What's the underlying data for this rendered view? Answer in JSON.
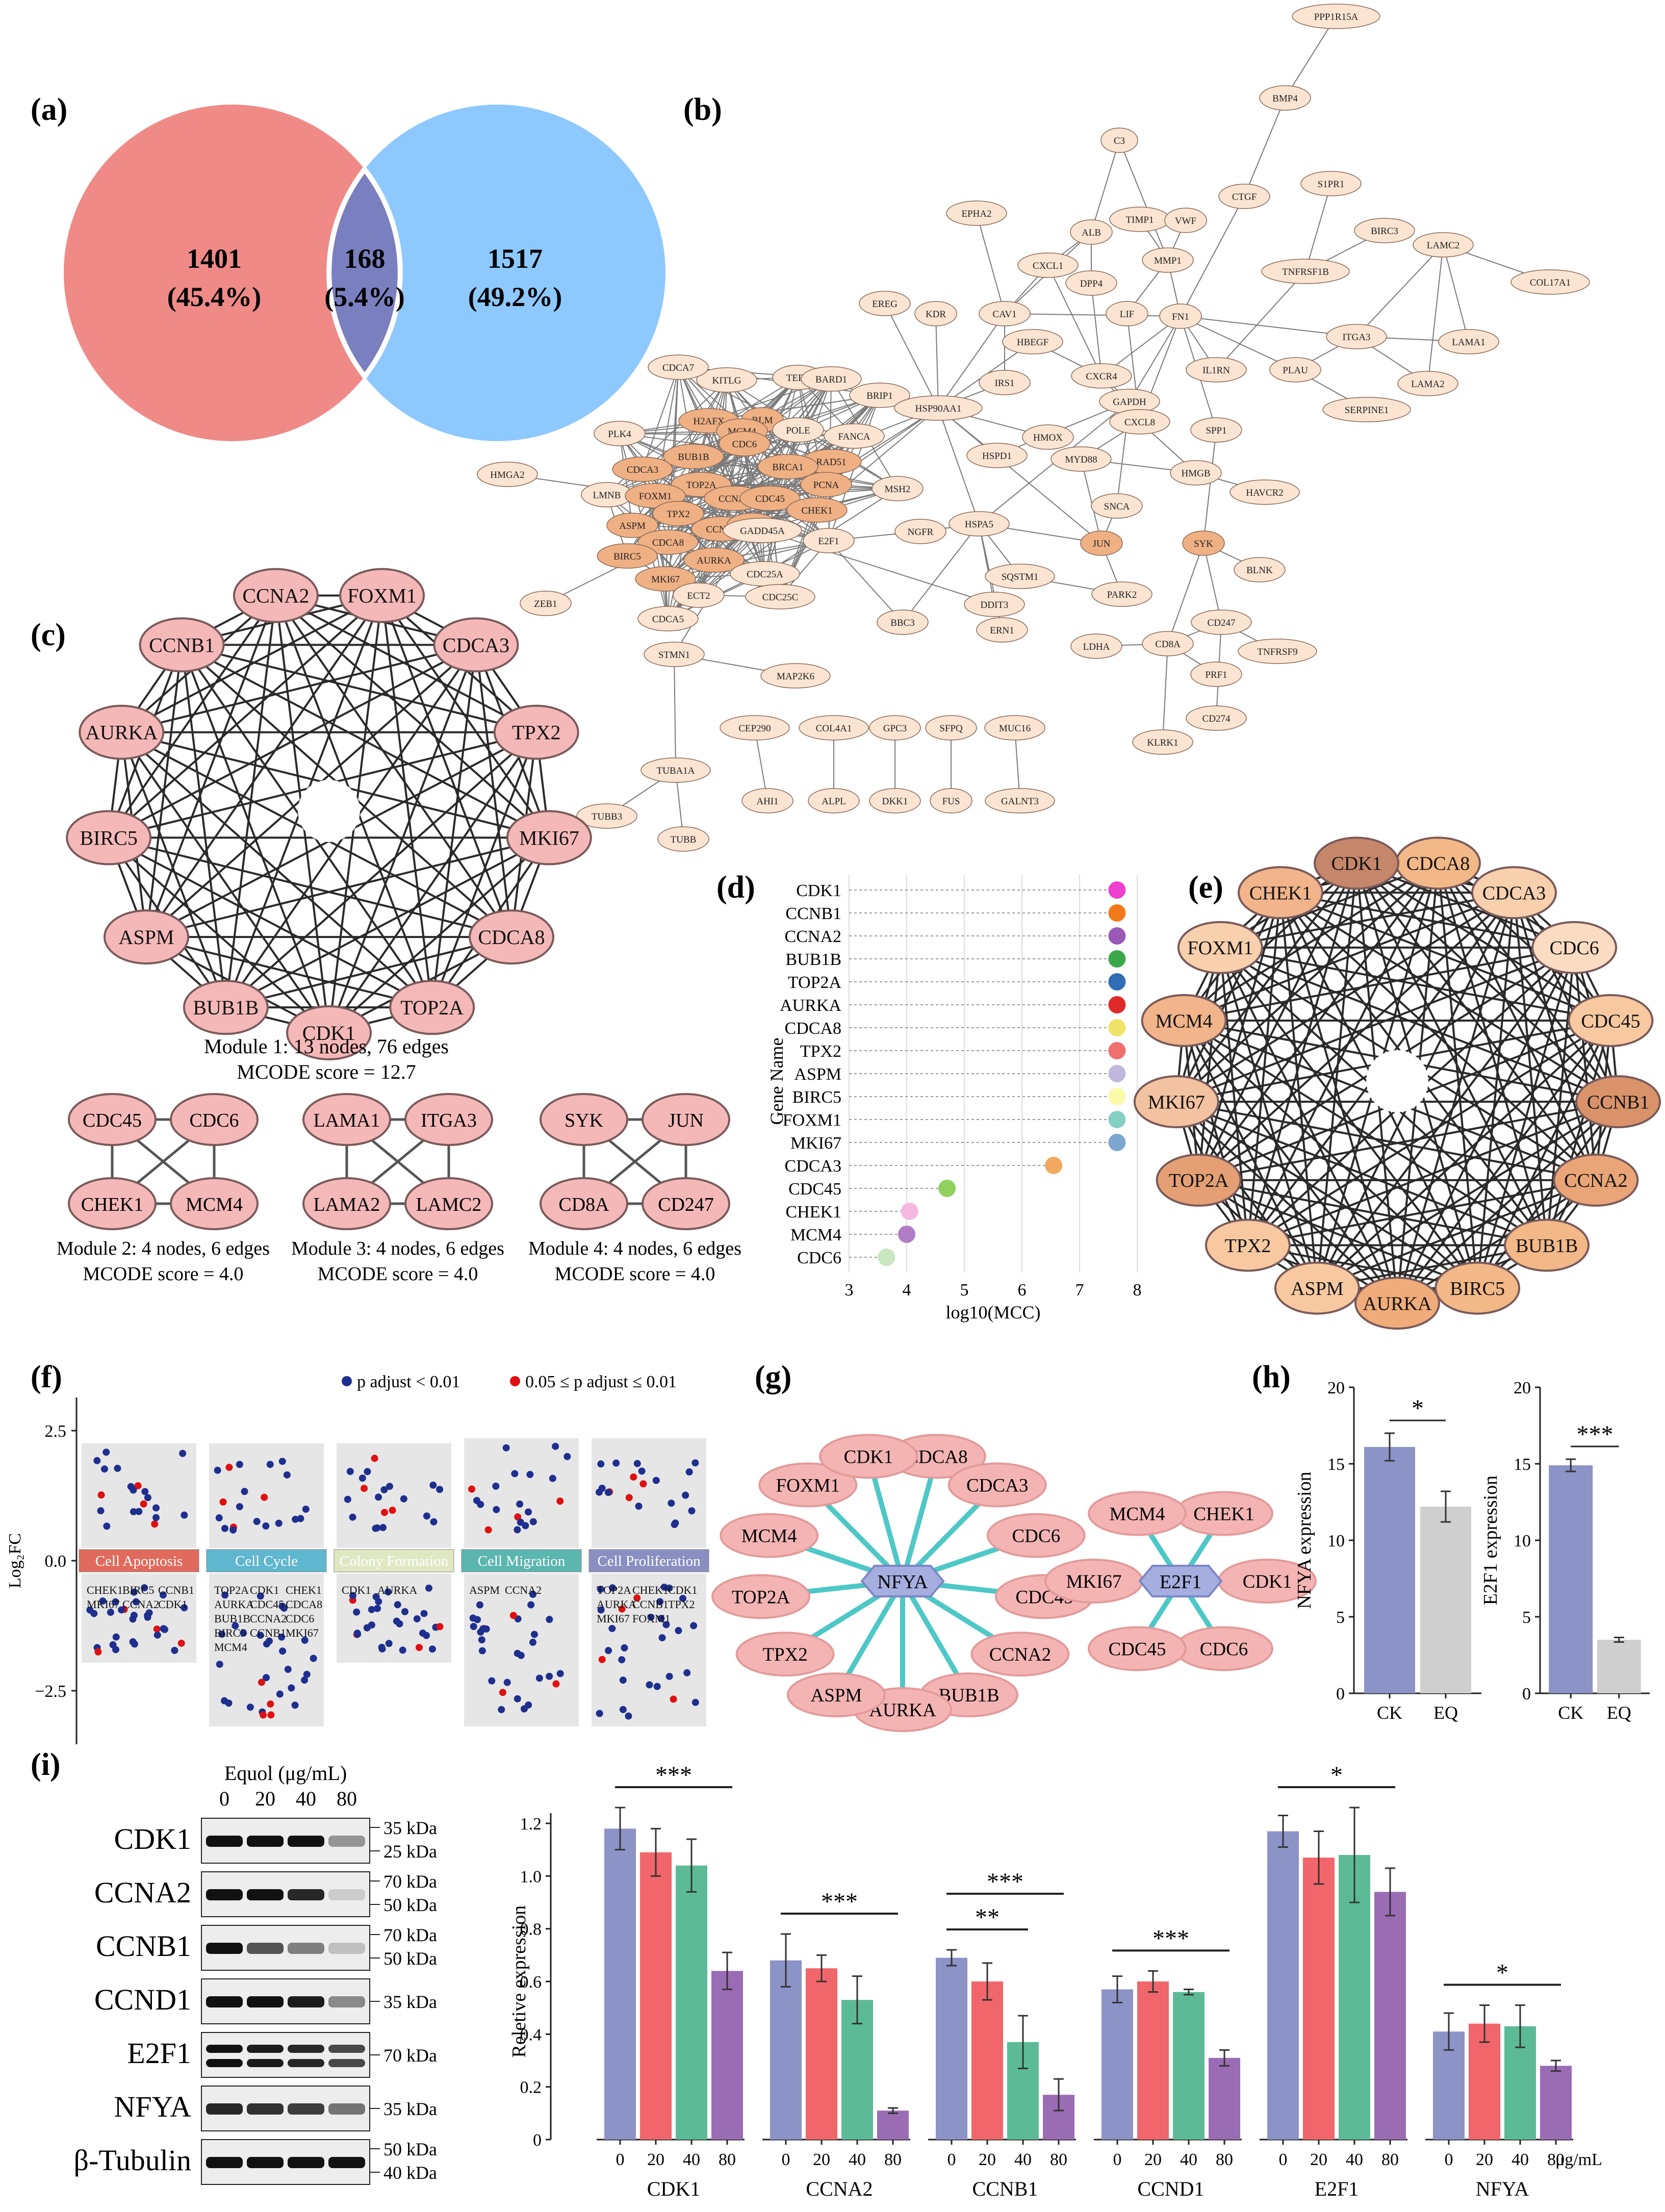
{
  "panels": {
    "a": "(a)",
    "b": "(b)",
    "c": "(c)",
    "d": "(d)",
    "e": "(e)",
    "f": "(f)",
    "g": "(g)",
    "h": "(h)",
    "i": "(i)"
  },
  "colors": {
    "venn_left": "#ef8a87",
    "venn_right": "#8dc8ff",
    "venn_overlap": "#7a7fbf",
    "node_light": "#fbe4d2",
    "node_dark": "#efb084",
    "pink_node": "#f5b8b8",
    "purple_bar": "#8c93c7",
    "red_bar": "#f0666a",
    "green_bar": "#5cbb96",
    "violet_bar": "#9a6cb4",
    "grey_bar": "#cfcfcf",
    "teal_edge": "#4ec7c7"
  },
  "venn": {
    "left": {
      "count": "1401",
      "pct": "(45.4%)"
    },
    "overlap": {
      "count": "168",
      "pct": "(5.4%)"
    },
    "right": {
      "count": "1517",
      "pct": "(49.2%)"
    }
  },
  "network_b": {
    "nodes": [
      "PPP1R15A",
      "BMP4",
      "C3",
      "EPHA2",
      "ALB",
      "TIMP1",
      "VWF",
      "CTGF",
      "S1PR1",
      "BIRC3",
      "MMP1",
      "CXCL1",
      "DPP4",
      "TNFRSF1B",
      "LAMC2",
      "COL17A1",
      "EREG",
      "KDR",
      "CAV1",
      "LIF",
      "FN1",
      "ITGA3",
      "LAMA1",
      "HBEGF",
      "CXCR4",
      "KITLG",
      "CDCA7",
      "TERT",
      "BARD1",
      "BRIP1",
      "IRS1",
      "IL1RN",
      "PLAU",
      "LAMA2",
      "H2AFX",
      "BLM",
      "POLE",
      "FANCA",
      "HSP90AA1",
      "GAPDH",
      "SERPINE1",
      "PLK4",
      "MCM4",
      "CDC6",
      "CXCL8",
      "SPP1",
      "BUB1B",
      "RAD51",
      "HMOX",
      "HMGA2",
      "CDCA3",
      "TOP2A",
      "BRCA1",
      "MSH2",
      "HSPD1",
      "MYD88",
      "HMGB",
      "HAVCR2",
      "LMNB",
      "FOXM1",
      "CCNA2",
      "CDC45",
      "PCNA",
      "TPX2",
      "CCNB1",
      "CHEK1",
      "SNCA",
      "ASPM",
      "CDK1",
      "E2F1",
      "HSPA5",
      "JUN",
      "NGFR",
      "SYK",
      "CDCA8",
      "AURKA",
      "BLNK",
      "BIRC5",
      "GADD45A",
      "SQSTM1",
      "PARK2",
      "CD247",
      "MKI67",
      "CDC25A",
      "DDIT3",
      "ZEB1",
      "ECT2",
      "CDC25C",
      "ERN1",
      "LDHA",
      "CD8A",
      "TNFRSF9",
      "CDCA5",
      "BBC3",
      "STMN1",
      "PRF1",
      "MAP2K6",
      "CD274",
      "KLRK1",
      "CEP290",
      "COL4A1",
      "GPC3",
      "SFPQ",
      "MUC16",
      "AHI1",
      "ALPL",
      "DKK1",
      "FUS",
      "GALNT3",
      "TUBA1A",
      "TUBB3",
      "TUBB"
    ]
  },
  "module1": {
    "nodes": [
      "FOXM1",
      "CDCA3",
      "TPX2",
      "MKI67",
      "CDCA8",
      "TOP2A",
      "CDK1",
      "BUB1B",
      "ASPM",
      "BIRC5",
      "AURKA",
      "CCNB1",
      "CCNA2"
    ],
    "caption1": "Module 1: 13 nodes, 76 edges",
    "caption2": "MCODE score = 12.7"
  },
  "modules_small": [
    {
      "nodes": [
        "CDC45",
        "CDC6",
        "CHEK1",
        "MCM4"
      ],
      "caption1": "Module 2: 4 nodes, 6 edges",
      "caption2": "MCODE score = 4.0"
    },
    {
      "nodes": [
        "LAMA1",
        "ITGA3",
        "LAMA2",
        "LAMC2"
      ],
      "caption1": "Module 3: 4 nodes, 6 edges",
      "caption2": "MCODE score = 4.0"
    },
    {
      "nodes": [
        "SYK",
        "JUN",
        "CD8A",
        "CD247"
      ],
      "caption1": "Module 4: 4 nodes, 6 edges",
      "caption2": "MCODE score = 4.0"
    }
  ],
  "chart_data": [
    {
      "id": "d",
      "type": "scatter",
      "xlabel": "log10(MCC)",
      "ylabel": "Gene Name",
      "xlim": [
        3,
        8
      ],
      "xticks": [
        "3",
        "4",
        "5",
        "6",
        "7",
        "8"
      ],
      "categories": [
        "CDK1",
        "CCNB1",
        "CCNA2",
        "BUB1B",
        "TOP2A",
        "AURKA",
        "CDCA8",
        "TPX2",
        "ASPM",
        "BIRC5",
        "FOXM1",
        "MKI67",
        "CDCA3",
        "CDC45",
        "CHEK1",
        "MCM4",
        "CDC6"
      ],
      "values": [
        7.65,
        7.65,
        7.65,
        7.65,
        7.65,
        7.65,
        7.65,
        7.65,
        7.65,
        7.65,
        7.65,
        7.65,
        6.55,
        4.7,
        4.05,
        4.0,
        3.65
      ],
      "point_colors": [
        "#ee3fd0",
        "#f07a1a",
        "#9b59b6",
        "#3aa84a",
        "#2f6db5",
        "#e02a2a",
        "#f2e26a",
        "#f07070",
        "#c0b8dc",
        "#fafaa8",
        "#86cfc3",
        "#7ea7cf",
        "#f2a860",
        "#8fd15c",
        "#f5b8e0",
        "#b07cc6",
        "#c8e6c0"
      ]
    },
    {
      "id": "h1",
      "type": "bar",
      "ylabel": "NFYA expression",
      "categories": [
        "CK",
        "EQ"
      ],
      "values": [
        16.1,
        12.2
      ],
      "errors": [
        0.9,
        1.0
      ],
      "ylim": [
        0,
        20
      ],
      "yticks": [
        "0",
        "5",
        "10",
        "15",
        "20"
      ],
      "signif": "*"
    },
    {
      "id": "h2",
      "type": "bar",
      "ylabel": "E2F1 expression",
      "categories": [
        "CK",
        "EQ"
      ],
      "values": [
        14.9,
        3.5
      ],
      "errors": [
        0.4,
        0.15
      ],
      "ylim": [
        0,
        20
      ],
      "yticks": [
        "0",
        "5",
        "10",
        "15",
        "20"
      ],
      "signif": "***"
    },
    {
      "id": "i",
      "type": "bar",
      "ylabel": "Reletive expression",
      "xunit": "μg/mL",
      "ylim": [
        0,
        1.2
      ],
      "yticks": [
        "0",
        "0.2",
        "0.4",
        "0.6",
        "0.8",
        "1.0",
        "1.2"
      ],
      "sub_categories": [
        "0",
        "20",
        "40",
        "80"
      ],
      "groups": [
        {
          "name": "CDK1",
          "values": [
            1.18,
            1.09,
            1.04,
            0.64
          ],
          "errors": [
            0.08,
            0.09,
            0.1,
            0.07
          ]
        },
        {
          "name": "CCNA2",
          "values": [
            0.68,
            0.65,
            0.53,
            0.11
          ],
          "errors": [
            0.1,
            0.05,
            0.09,
            0.01
          ]
        },
        {
          "name": "CCNB1",
          "values": [
            0.69,
            0.6,
            0.37,
            0.17
          ],
          "errors": [
            0.03,
            0.07,
            0.1,
            0.06
          ]
        },
        {
          "name": "CCND1",
          "values": [
            0.57,
            0.6,
            0.56,
            0.31
          ],
          "errors": [
            0.05,
            0.04,
            0.01,
            0.03
          ]
        },
        {
          "name": "E2F1",
          "values": [
            1.17,
            1.07,
            1.08,
            0.94
          ],
          "errors": [
            0.06,
            0.1,
            0.18,
            0.09
          ]
        },
        {
          "name": "NFYA",
          "values": [
            0.41,
            0.44,
            0.43,
            0.28
          ],
          "errors": [
            0.07,
            0.07,
            0.08,
            0.02
          ]
        }
      ],
      "signif": [
        {
          "label": "***",
          "group": 0,
          "from": 0,
          "to": 3,
          "tier": 0
        },
        {
          "label": "***",
          "group": 1,
          "from": 0,
          "to": 3,
          "tier": 0
        },
        {
          "label": "***",
          "group": 2,
          "from": 0,
          "to": 3,
          "tier": 1
        },
        {
          "label": "**",
          "group": 2,
          "from": 0,
          "to": 2,
          "tier": 0
        },
        {
          "label": "***",
          "group": 3,
          "from": 0,
          "to": 3,
          "tier": 0
        },
        {
          "label": "*",
          "group": 4,
          "from": 0,
          "to": 3,
          "tier": 0
        },
        {
          "label": "*",
          "group": 5,
          "from": 0,
          "to": 3,
          "tier": 0
        }
      ]
    }
  ],
  "panel_e_nodes": [
    "CDCA8",
    "CDCA3",
    "CDC6",
    "CDC45",
    "CCNB1",
    "CCNA2",
    "BUB1B",
    "BIRC5",
    "AURKA",
    "ASPM",
    "TPX2",
    "TOP2A",
    "MKI67",
    "MCM4",
    "FOXM1",
    "CHEK1",
    "CDK1"
  ],
  "panel_f": {
    "legend1": "p adjust < 0.01",
    "legend2": "0.05 ≤ p adjust ≤ 0.01",
    "ylabel": "Log₂FC",
    "yticks": [
      "2.5",
      "0.0",
      "−2.5"
    ],
    "categories": [
      "Cell Apoptosis",
      "Cell Cycle",
      "Colony Formation",
      "Cell Migration",
      "Cell Proliferation"
    ],
    "labels": [
      [
        "CHEK1",
        "BIRC5",
        "CCNB1",
        "MKI67",
        "CCNA2",
        "CDK1"
      ],
      [
        "TOP2A",
        "CDK1",
        "CHEK1",
        "AURKA",
        "CDC45",
        "CDCA8",
        "BUB1B",
        "CCNA2",
        "CDC6",
        "BIRC5",
        "CCNB1",
        "MKI67",
        "MCM4"
      ],
      [
        "CDK1",
        "AURKA"
      ],
      [
        "ASPM",
        "CCNA2"
      ],
      [
        "TOP2A",
        "CHEK1",
        "CDK1",
        "AURKA",
        "CCNB1",
        "TPX2",
        "MKI67",
        "FOXM1"
      ]
    ]
  },
  "panel_g": {
    "hub1": "NFYA",
    "targets1": [
      "CDCA8",
      "CDCA3",
      "CDC6",
      "CDC45",
      "CCNA2",
      "BUB1B",
      "AURKA",
      "ASPM",
      "TPX2",
      "TOP2A",
      "MCM4",
      "FOXM1",
      "CDK1"
    ],
    "hub2": "E2F1",
    "targets2": [
      "CHEK1",
      "CDK1",
      "CDC6",
      "CDC45",
      "MKI67",
      "MCM4"
    ]
  },
  "western": {
    "title": "Equol (μg/mL)",
    "doses": [
      "0",
      "20",
      "40",
      "80"
    ],
    "rows": [
      {
        "label": "CDK1",
        "markers": [
          "35 kDa",
          "25 kDa"
        ],
        "intensity": [
          1,
          1,
          1,
          0.4
        ]
      },
      {
        "label": "CCNA2",
        "markers": [
          "70 kDa",
          "50 kDa"
        ],
        "intensity": [
          1,
          1,
          0.9,
          0.15
        ]
      },
      {
        "label": "CCNB1",
        "markers": [
          "70 kDa",
          "50 kDa"
        ],
        "intensity": [
          1,
          0.7,
          0.5,
          0.2
        ]
      },
      {
        "label": "CCND1",
        "markers": [
          "35 kDa"
        ],
        "intensity": [
          1,
          1,
          0.95,
          0.45
        ]
      },
      {
        "label": "E2F1",
        "markers": [
          "70 kDa"
        ],
        "intensity": [
          1,
          0.95,
          0.9,
          0.75
        ]
      },
      {
        "label": "NFYA",
        "markers": [
          "35 kDa"
        ],
        "intensity": [
          0.9,
          0.85,
          0.8,
          0.55
        ]
      },
      {
        "label": "β-Tubulin",
        "markers": [
          "50 kDa",
          "40 kDa"
        ],
        "intensity": [
          1,
          1,
          1,
          1
        ]
      }
    ]
  }
}
